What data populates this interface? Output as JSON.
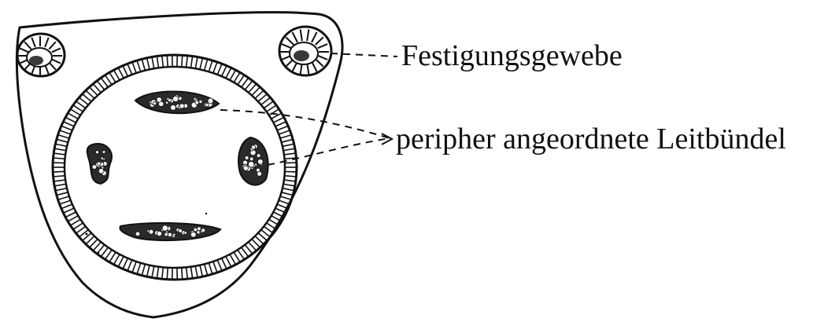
{
  "labels": {
    "festigungsgewebe": "Festigungsgewebe",
    "leitbuendel": "peripher angeordnete Leitbündel"
  },
  "colors": {
    "ink": "#111111",
    "paper": "#ffffff"
  },
  "icons": {
    "stem_cross_section": "stem-cross-section-drawing"
  }
}
